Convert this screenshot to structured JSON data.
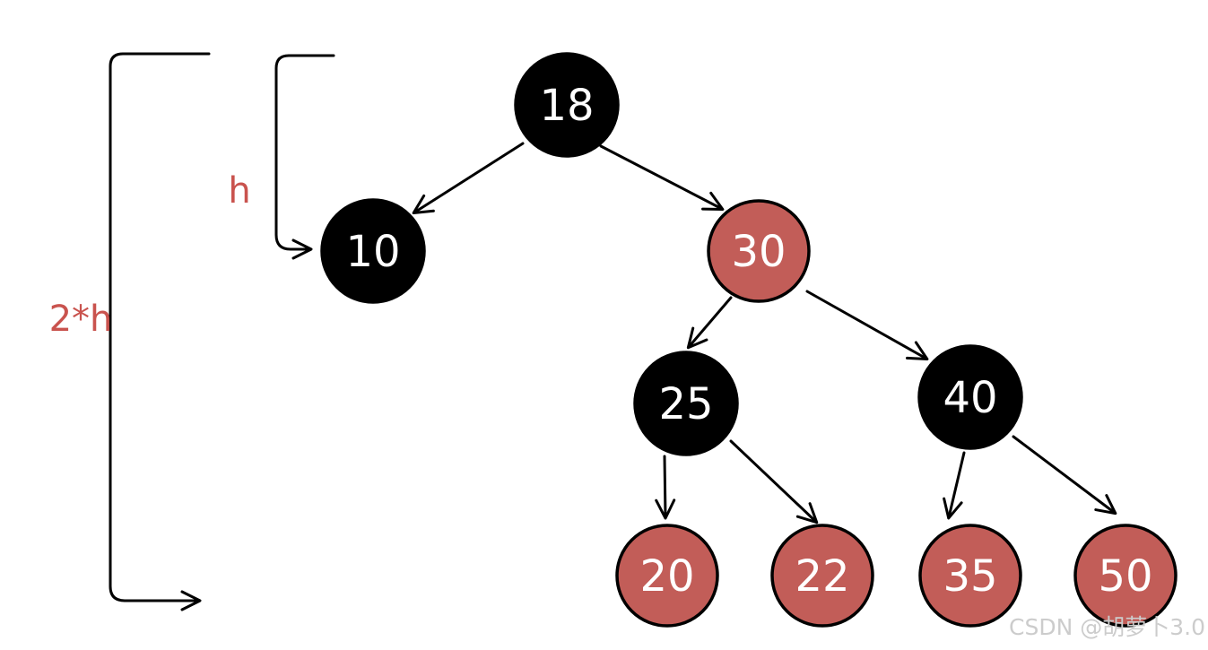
{
  "diagram": {
    "nodes": {
      "n18": {
        "value": "18",
        "color": "black"
      },
      "n10": {
        "value": "10",
        "color": "black"
      },
      "n30": {
        "value": "30",
        "color": "red"
      },
      "n25": {
        "value": "25",
        "color": "black"
      },
      "n40": {
        "value": "40",
        "color": "black"
      },
      "n20": {
        "value": "20",
        "color": "red"
      },
      "n22": {
        "value": "22",
        "color": "red"
      },
      "n35": {
        "value": "35",
        "color": "red"
      },
      "n50": {
        "value": "50",
        "color": "red"
      }
    },
    "edges": [
      {
        "from": "18",
        "to": "10"
      },
      {
        "from": "18",
        "to": "30"
      },
      {
        "from": "30",
        "to": "25"
      },
      {
        "from": "30",
        "to": "40"
      },
      {
        "from": "25",
        "to": "20"
      },
      {
        "from": "25",
        "to": "22"
      },
      {
        "from": "40",
        "to": "35"
      },
      {
        "from": "40",
        "to": "50"
      }
    ],
    "annotations": {
      "h": "h",
      "two_h": "2*h"
    },
    "watermark": "CSDN @胡萝卜3.0",
    "colors": {
      "node_black": "#000000",
      "node_red": "#c25d58",
      "node_border": "#000000",
      "node_text": "#ffffff",
      "annotation_red": "#c9534e",
      "edge_black": "#000000",
      "watermark_gray": "#cccccc",
      "background": "#ffffff"
    }
  }
}
